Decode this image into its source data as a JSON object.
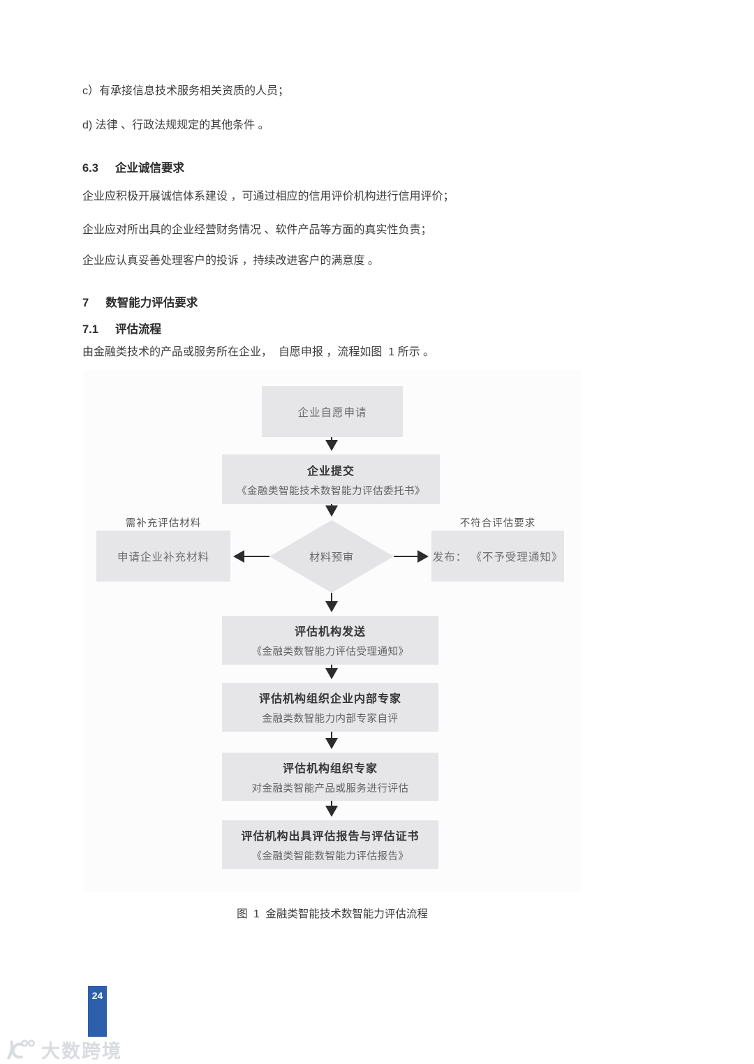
{
  "document": {
    "list_items": [
      {
        "text": "c）有承接信息技术服务相关资质的人员；"
      },
      {
        "text": "d) 法律 、行政法规规定的其他条件 。"
      }
    ],
    "section_63": {
      "number": "6.3",
      "title": "企业诚信要求"
    },
    "paragraphs_63": [
      "企业应积极开展诚信体系建设 ，可通过相应的信用评价机构进行信用评价；",
      "企业应对所出具的企业经营财务情况 、软件产品等方面的真实性负责；",
      "企业应认真妥善处理客户的投诉 ，持续改进客户的满意度 。"
    ],
    "section_7": {
      "number": "7",
      "title": "数智能力评估要求"
    },
    "section_71": {
      "number": "7.1",
      "title": "评估流程"
    },
    "intro_71": "由金融类技术的产品或服务所在企业，  自愿申报 ，流程如图  1 所示 。",
    "figure_caption": "图  1  金融类智能技术数智能力评估流程",
    "page_number": "24",
    "watermark_text": "大数跨境"
  },
  "flowchart": {
    "nodes": {
      "apply": {
        "text": "企业自愿申请"
      },
      "submit": {
        "title": "企业提交",
        "subtitle": "《金融类智能技术数智能力评估委托书》"
      },
      "review": {
        "text": "材料预审"
      },
      "supplement": {
        "label": "需补充评估材料",
        "text": "申请企业补充材料"
      },
      "reject": {
        "label": "不符合评估要求",
        "text": "发布：  《不予受理通知》"
      },
      "accept_notice": {
        "title": "评估机构发送",
        "subtitle": "《金融类数智能力评估受理通知》"
      },
      "self_eval": {
        "title": "评估机构组织企业内部专家",
        "subtitle": "金融类数智能力内部专家自评"
      },
      "expert_eval": {
        "title": "评估机构组织专家",
        "subtitle": "对金融类智能产品或服务进行评估"
      },
      "report": {
        "title": "评估机构出具评估报告与评估证书",
        "subtitle": "《金融类智能数智能力评估报告》"
      }
    },
    "colors": {
      "node_fill": "#e6e6e8",
      "arrow": "#2c2c2c",
      "page_tab_blue": "#2d5fad",
      "watermark_gray": "#d8dbe0"
    }
  }
}
